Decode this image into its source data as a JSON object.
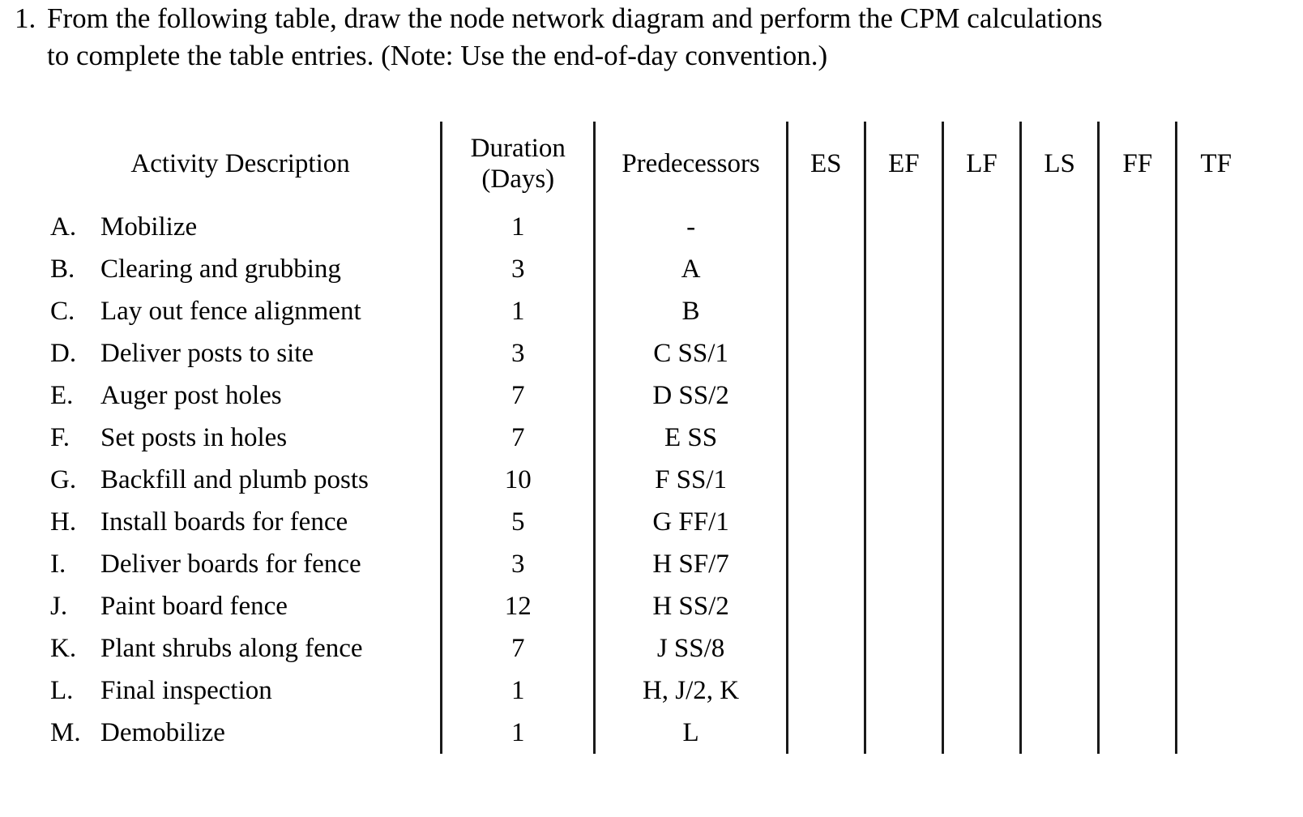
{
  "question": {
    "number": "1.",
    "lines": [
      "From the following table, draw the node network diagram and perform the CPM calculations",
      "to complete the table entries. (Note: Use the end-of-day convention.)"
    ]
  },
  "table": {
    "headers": {
      "description": "Activity Description",
      "duration_line1": "Duration",
      "duration_line2": "(Days)",
      "predecessors": "Predecessors",
      "es": "ES",
      "ef": "EF",
      "lf": "LF",
      "ls": "LS",
      "ff": "FF",
      "tf": "TF"
    },
    "rows": [
      {
        "letter": "A.",
        "description": "Mobilize",
        "duration": "1",
        "predecessors": "-",
        "es": "",
        "ef": "",
        "lf": "",
        "ls": "",
        "ff": "",
        "tf": ""
      },
      {
        "letter": "B.",
        "description": "Clearing and grubbing",
        "duration": "3",
        "predecessors": "A",
        "es": "",
        "ef": "",
        "lf": "",
        "ls": "",
        "ff": "",
        "tf": ""
      },
      {
        "letter": "C.",
        "description": "Lay out fence alignment",
        "duration": "1",
        "predecessors": "B",
        "es": "",
        "ef": "",
        "lf": "",
        "ls": "",
        "ff": "",
        "tf": ""
      },
      {
        "letter": "D.",
        "description": "Deliver posts to site",
        "duration": "3",
        "predecessors": "C SS/1",
        "es": "",
        "ef": "",
        "lf": "",
        "ls": "",
        "ff": "",
        "tf": ""
      },
      {
        "letter": "E.",
        "description": "Auger post holes",
        "duration": "7",
        "predecessors": "D SS/2",
        "es": "",
        "ef": "",
        "lf": "",
        "ls": "",
        "ff": "",
        "tf": ""
      },
      {
        "letter": "F.",
        "description": "Set posts in holes",
        "duration": "7",
        "predecessors": "E SS",
        "es": "",
        "ef": "",
        "lf": "",
        "ls": "",
        "ff": "",
        "tf": ""
      },
      {
        "letter": "G.",
        "description": "Backfill and plumb posts",
        "duration": "10",
        "predecessors": "F SS/1",
        "es": "",
        "ef": "",
        "lf": "",
        "ls": "",
        "ff": "",
        "tf": ""
      },
      {
        "letter": "H.",
        "description": "Install boards for fence",
        "duration": "5",
        "predecessors": "G FF/1",
        "es": "",
        "ef": "",
        "lf": "",
        "ls": "",
        "ff": "",
        "tf": ""
      },
      {
        "letter": "I.",
        "description": "Deliver boards for fence",
        "duration": "3",
        "predecessors": "H SF/7",
        "es": "",
        "ef": "",
        "lf": "",
        "ls": "",
        "ff": "",
        "tf": ""
      },
      {
        "letter": "J.",
        "description": "Paint board fence",
        "duration": "12",
        "predecessors": "H SS/2",
        "es": "",
        "ef": "",
        "lf": "",
        "ls": "",
        "ff": "",
        "tf": ""
      },
      {
        "letter": "K.",
        "description": "Plant shrubs along fence",
        "duration": "7",
        "predecessors": "J SS/8",
        "es": "",
        "ef": "",
        "lf": "",
        "ls": "",
        "ff": "",
        "tf": ""
      },
      {
        "letter": "L.",
        "description": "Final inspection",
        "duration": "1",
        "predecessors": "H, J/2, K",
        "es": "",
        "ef": "",
        "lf": "",
        "ls": "",
        "ff": "",
        "tf": ""
      },
      {
        "letter": "M.",
        "description": "Demobilize",
        "duration": "1",
        "predecessors": "L",
        "es": "",
        "ef": "",
        "lf": "",
        "ls": "",
        "ff": "",
        "tf": ""
      }
    ]
  },
  "colors": {
    "text": "#000000",
    "rule": "#1a1a1a",
    "page_background": "#ffffff"
  }
}
